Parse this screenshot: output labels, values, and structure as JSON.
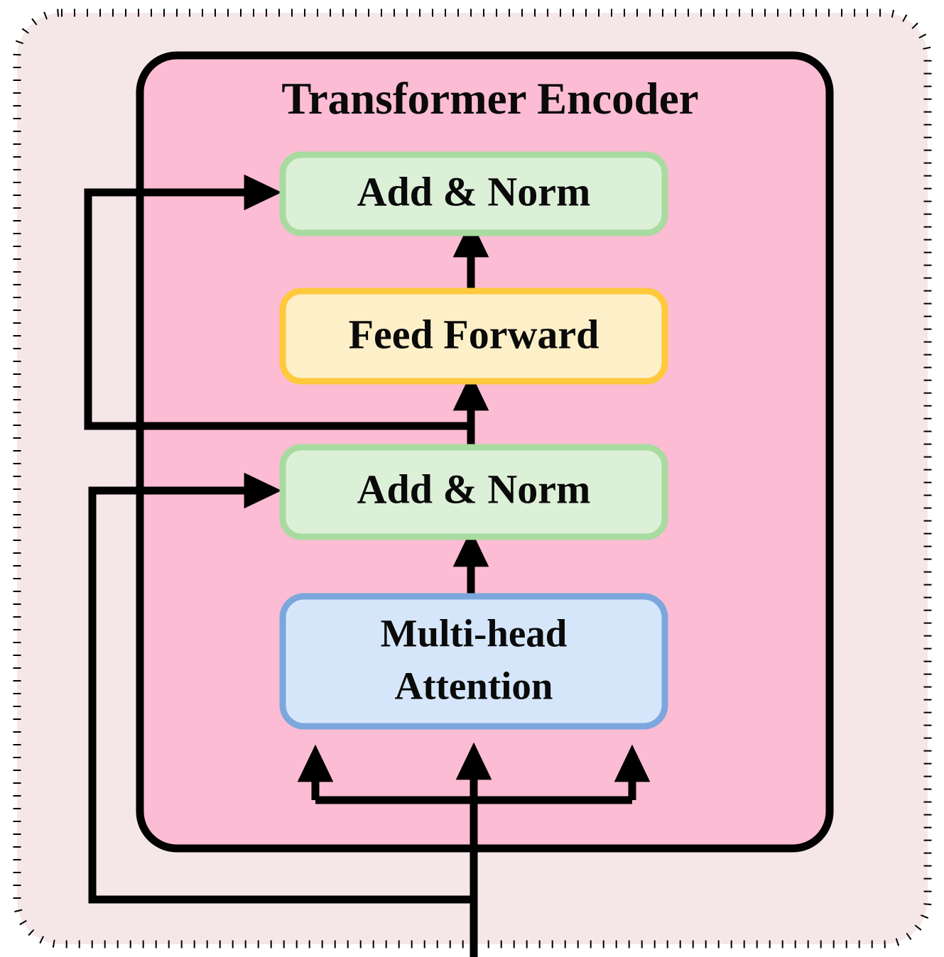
{
  "figure": {
    "type": "block-diagram",
    "subject": "Transformer Encoder architecture block diagram",
    "outer_container": {
      "name": "outer-dotted-boundary",
      "border_style": "dotted",
      "border_color": "#000000",
      "fill_color": "#f5e6e8"
    },
    "encoder": {
      "title": "Transformer Encoder",
      "fill_color": "#fcbcd4",
      "border_color": "#000000"
    },
    "blocks": [
      {
        "id": "add-norm-top",
        "label": "Add & Norm",
        "fill_color": "#dcf0d8",
        "border_color": "#a8dba0"
      },
      {
        "id": "feed-forward",
        "label": "Feed Forward",
        "fill_color": "#fdf0c8",
        "border_color": "#ffc93c"
      },
      {
        "id": "add-norm-bottom",
        "label": "Add & Norm",
        "fill_color": "#dcf0d8",
        "border_color": "#a8dba0"
      },
      {
        "id": "multi-head-attention",
        "label_line1": "Multi-head",
        "label_line2": "Attention",
        "fill_color": "#d6e6fa",
        "border_color": "#7ba7dd"
      }
    ],
    "connections": [
      {
        "id": "input-to-attention",
        "from": "input",
        "to": "multi-head-attention",
        "heads": 3,
        "description": "Input splits into query, key and value arrows into Multi-head Attention"
      },
      {
        "id": "attention-to-addnorm",
        "from": "multi-head-attention",
        "to": "add-norm-bottom"
      },
      {
        "id": "residual-lower",
        "from": "input",
        "to": "add-norm-bottom",
        "description": "Skip connection around Multi-head Attention"
      },
      {
        "id": "addnorm-to-feedforward",
        "from": "add-norm-bottom",
        "to": "feed-forward"
      },
      {
        "id": "feedforward-to-addnorm",
        "from": "feed-forward",
        "to": "add-norm-top"
      },
      {
        "id": "residual-upper",
        "from": "add-norm-bottom",
        "to": "add-norm-top",
        "description": "Skip connection around Feed Forward"
      }
    ]
  }
}
